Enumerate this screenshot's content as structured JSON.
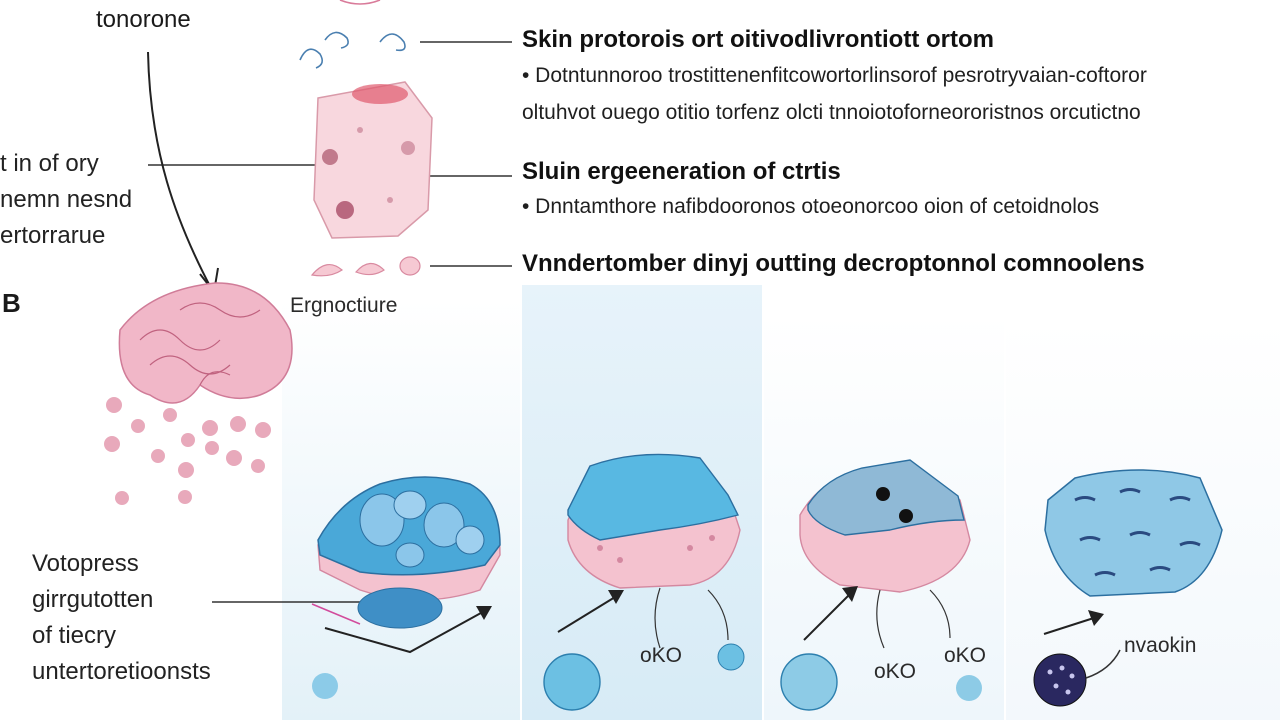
{
  "top_label": "tonorone",
  "left_label_1": [
    "t in of ory",
    "nemn nesnd",
    "ertorrarue"
  ],
  "panel_letter": "B",
  "bottom_left_label": [
    "Votopress",
    "girrgutotten",
    "of tiecry",
    "untertoretioonsts"
  ],
  "small_label_1": "Ergnoctiure",
  "heading_1": "Skin protorois ort oitivodlivrontiott ortom",
  "bullets_1": [
    "• Dotntunnoroo trostittenenfitcowortorlinsorof pesrotryvaian-coftoror",
    "oltuhvot ouego otitio torfenz olcti tnnoiotoforneororistnos orcutictno"
  ],
  "heading_2": "Sluin ergeeneration of ctrtis",
  "bullets_2": [
    "• Dnntamthore nafibdooronos otoeonorcoo oion of cetoidnolos"
  ],
  "heading_3": "Vnndertomber dinyj outting decroptonnol comnoolens",
  "fiber_labels": [
    "oKO",
    "oKO",
    "oKO"
  ],
  "right_label": "nvaokin",
  "colors": {
    "pink": "#f2b9c8",
    "pink_dark": "#d97b9a",
    "blue": "#5bb8db",
    "blue_dark": "#2c7fae",
    "navy": "#2a2860",
    "line": "#333333",
    "panel_bg": "#eaf4fa"
  }
}
